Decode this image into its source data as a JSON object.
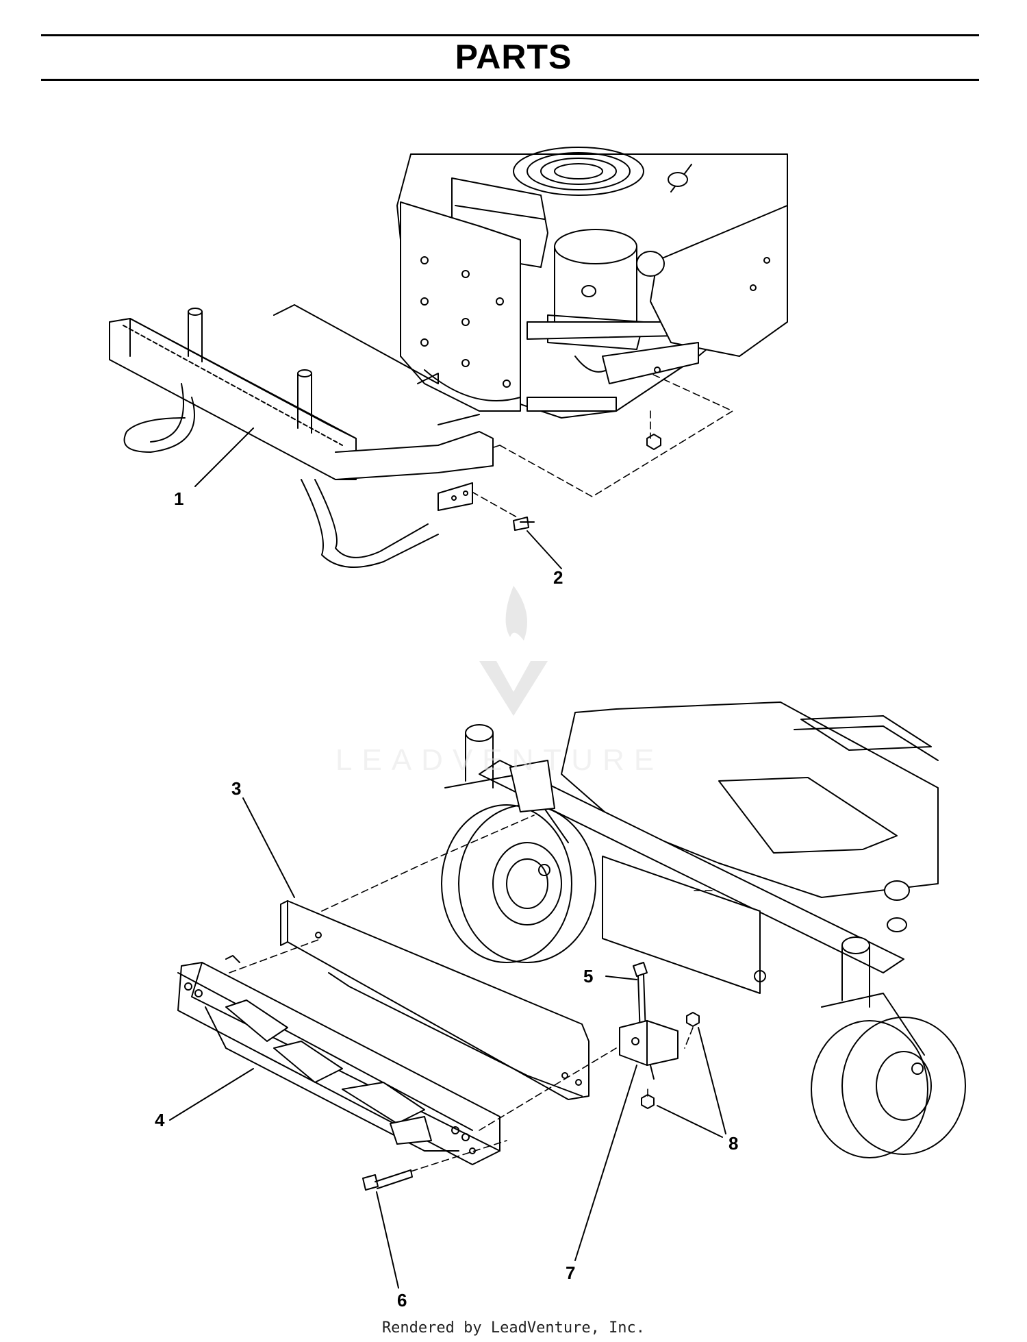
{
  "title": "PARTS",
  "callouts": [
    "1",
    "2",
    "3",
    "4",
    "5",
    "6",
    "7",
    "8"
  ],
  "watermark": "LEADVENTURE",
  "footer": "Rendered by LeadVenture, Inc.",
  "colors": {
    "ink": "#000000",
    "background": "#ffffff",
    "watermark": "#e6e6e6"
  }
}
